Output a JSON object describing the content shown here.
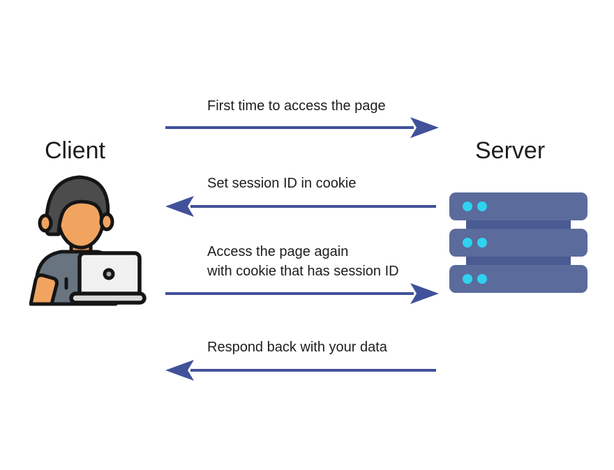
{
  "diagram": {
    "title_hidden": "",
    "client": {
      "label": "Client",
      "icon": "person-with-laptop-icon"
    },
    "server": {
      "label": "Server",
      "icon": "server-stack-icon"
    },
    "messages": [
      {
        "lines": [
          "First time to access the page"
        ],
        "direction": "right"
      },
      {
        "lines": [
          "Set session ID in cookie"
        ],
        "direction": "left"
      },
      {
        "lines": [
          "Access the page again",
          "with cookie that has session ID"
        ],
        "direction": "right"
      },
      {
        "lines": [
          "Respond back with your data"
        ],
        "direction": "left"
      }
    ],
    "colors": {
      "text": "#1d1d1d",
      "arrow": "#41519a",
      "server_body": "#5b6b9b",
      "server_connector": "#4a5a92",
      "server_led": "#2ed3f0",
      "skin": "#f0a45f",
      "skin_shadow": "#dd8f52",
      "hair": "#4c4c4c",
      "shirt": "#68747f",
      "outline": "#151515",
      "laptop_lid": "#f1f1f1",
      "laptop_base": "#d9d9d9",
      "laptop_logo_center": "#a9a9a9"
    }
  }
}
